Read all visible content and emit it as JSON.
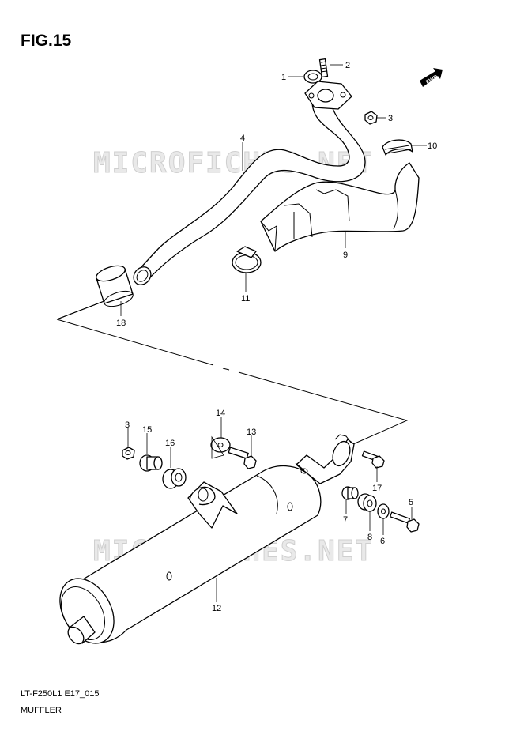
{
  "figure": {
    "title": "FIG.15",
    "code": "LT-F250L1 E17_015",
    "name": "MUFFLER"
  },
  "watermark": "MICROFICHES.NET",
  "direction_badge": "FWD",
  "callouts": {
    "c1": "1",
    "c2": "2",
    "c3a": "3",
    "c4": "4",
    "c9": "9",
    "c10": "10",
    "c11": "11",
    "c18": "18",
    "c3b": "3",
    "c15": "15",
    "c16": "16",
    "c14": "14",
    "c13": "13",
    "c17": "17",
    "c7": "7",
    "c8": "8",
    "c6": "6",
    "c5": "5",
    "c12": "12"
  }
}
